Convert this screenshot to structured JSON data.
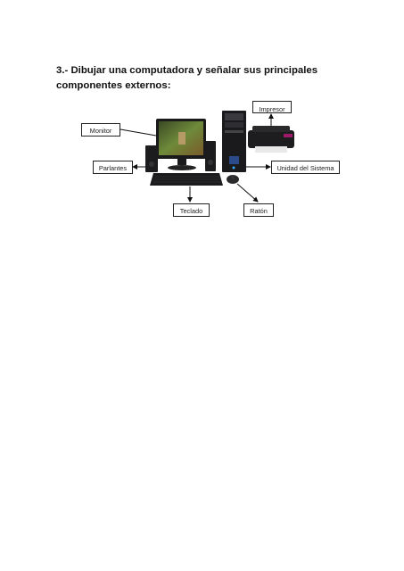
{
  "document": {
    "heading": "3.- Dibujar una computadora y señalar sus principales componentes externos:"
  },
  "diagram": {
    "labels": {
      "impresor": "Impresor",
      "monitor": "Monitor",
      "parlantes": "Parlantes",
      "unidad": "Unidad del Sistema",
      "teclado": "Teclado",
      "raton": "Ratón"
    },
    "colors": {
      "case": "#1a1a1c",
      "screen": "#5a7a35",
      "printer_accent": "#a01a6a",
      "line": "#111111"
    }
  }
}
